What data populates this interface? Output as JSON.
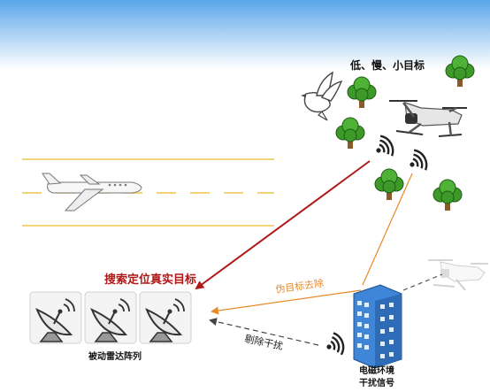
{
  "colors": {
    "sky_top": "#5aa6ea",
    "sky_bottom": "#ffffff",
    "runway_line": "#f0c64a",
    "true_target_arrow": "#b01818",
    "false_target_arrow": "#e88a2a",
    "jam_arrow": "#555555",
    "building": "#3f86d8",
    "tree_leaf": "#3d9a28",
    "trunk": "#8a5a2b"
  },
  "labels": {
    "small_targets": "低、慢、小目标",
    "search_target": "搜索定位真实目标",
    "false_target": "伪目标去除",
    "remove_jamming": "剔除干扰",
    "radar_array": "被动雷达阵列",
    "em_env_line1": "电磁环境",
    "em_env_line2": "干扰信号"
  },
  "icons": [
    "dove-icon",
    "tree-icon",
    "drone-icon",
    "wifi-signal-icon",
    "airplane-icon",
    "radar-dish-icon",
    "building-icon"
  ]
}
